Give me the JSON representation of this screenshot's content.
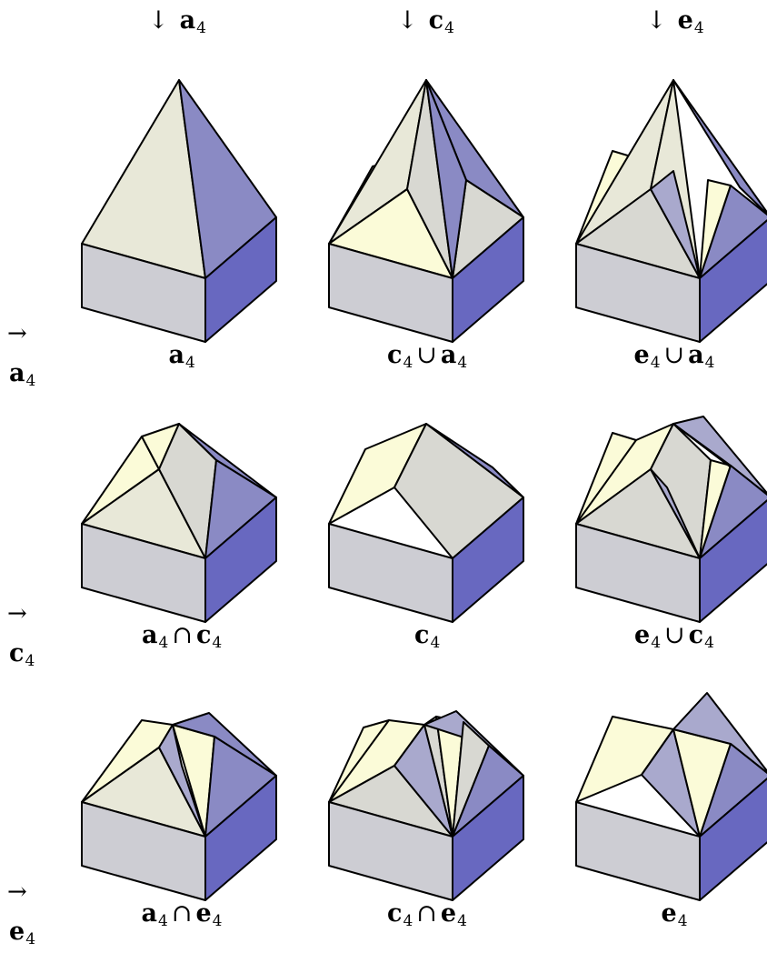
{
  "column_headers": [
    {
      "arrow": "↓",
      "letter": "a",
      "sub": "4"
    },
    {
      "arrow": "↓",
      "letter": "c",
      "sub": "4"
    },
    {
      "arrow": "↓",
      "letter": "e",
      "sub": "4"
    }
  ],
  "row_headers": [
    {
      "arrow": "→",
      "letter": "a",
      "sub": "4"
    },
    {
      "arrow": "→",
      "letter": "c",
      "sub": "4"
    },
    {
      "arrow": "→",
      "letter": "e",
      "sub": "4"
    }
  ],
  "cells": [
    {
      "name": "a4",
      "caption": [
        {
          "l": "a",
          "s": "4"
        }
      ]
    },
    {
      "name": "c4-union-a4",
      "caption": [
        {
          "l": "c",
          "s": "4"
        },
        {
          "op": "∪"
        },
        {
          "l": "a",
          "s": "4"
        }
      ]
    },
    {
      "name": "e4-union-a4",
      "caption": [
        {
          "l": "e",
          "s": "4"
        },
        {
          "op": "∪"
        },
        {
          "l": "a",
          "s": "4"
        }
      ]
    },
    {
      "name": "a4-cap-c4",
      "caption": [
        {
          "l": "a",
          "s": "4"
        },
        {
          "op": "∩"
        },
        {
          "l": "c",
          "s": "4"
        }
      ]
    },
    {
      "name": "c4",
      "caption": [
        {
          "l": "c",
          "s": "4"
        }
      ]
    },
    {
      "name": "e4-union-c4",
      "caption": [
        {
          "l": "e",
          "s": "4"
        },
        {
          "op": "∪"
        },
        {
          "l": "c",
          "s": "4"
        }
      ]
    },
    {
      "name": "a4-cap-e4",
      "caption": [
        {
          "l": "a",
          "s": "4"
        },
        {
          "op": "∩"
        },
        {
          "l": "e",
          "s": "4"
        }
      ]
    },
    {
      "name": "c4-cap-e4",
      "caption": [
        {
          "l": "c",
          "s": "4"
        },
        {
          "op": "∩"
        },
        {
          "l": "e",
          "s": "4"
        }
      ]
    },
    {
      "name": "e4",
      "caption": [
        {
          "l": "e",
          "s": "4"
        }
      ]
    }
  ],
  "colors": {
    "front_wall": "#cdcdd3",
    "right_wall": "#6868c0",
    "roof_cream": "#e8e8d8",
    "roof_yellow": "#fbfbd8",
    "roof_gray": "#d8d8d2",
    "roof_blue": "#8a8ac4",
    "roof_lilac": "#a9a9cd",
    "outline": "#000000"
  }
}
